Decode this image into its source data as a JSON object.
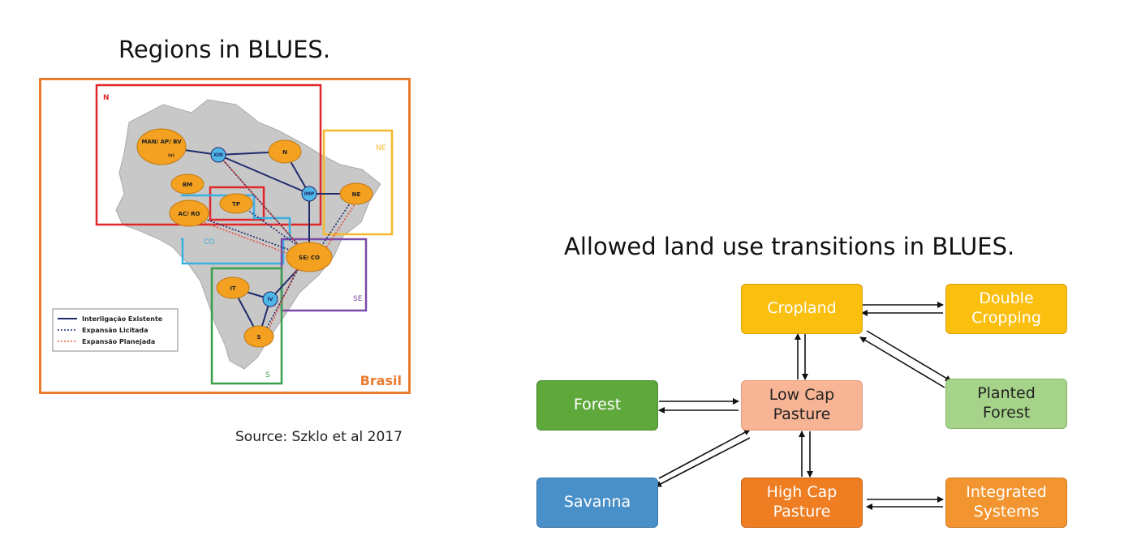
{
  "left_title": "Regions in BLUES.",
  "right_title": "Allowed land use transitions in BLUES.",
  "source": "Source: Szklo et al 2017",
  "map": {
    "country_label": "Brasil",
    "regions": {
      "n": "N",
      "ne": "NE",
      "co": "CO",
      "se": "SE",
      "s": "S"
    },
    "nodes": {
      "man": "MAN/ AP/ BV",
      "man_sup": "(a)",
      "bm": "BM",
      "ac": "AC/ RO",
      "tp": "TP",
      "n": "N",
      "ne": "NE",
      "seco": "SE/ CO",
      "it": "IT",
      "s": "S",
      "xin": "XIN",
      "imp": "IMP",
      "iv": "IV"
    },
    "legend": [
      "Interligação Existente",
      "Expansão Licitada",
      "Expansão Planejada"
    ],
    "colors": {
      "frame": "#e97b2e",
      "n": "#e0262b",
      "ne": "#f5b82a",
      "co": "#3ab0e2",
      "se": "#7b4aa6",
      "s": "#3a9f4a",
      "tp": "#e0262b",
      "node": "#f4a020",
      "hub": "#4fb6e8",
      "line": "#1f2a6b",
      "planned": "#e84b3a"
    }
  },
  "diagram": {
    "nodes": {
      "cropland": "Cropland",
      "double_cropping": "Double Cropping",
      "forest": "Forest",
      "low_cap": "Low Cap Pasture",
      "planted_forest": "Planted Forest",
      "savanna": "Savanna",
      "high_cap": "High Cap Pasture",
      "integrated": "Integrated Systems"
    },
    "colors": {
      "cropland": "#fbbf10",
      "double_cropping": "#fbbf10",
      "forest": "#5fa83c",
      "low_cap": "#f8b595",
      "planted_forest": "#a6d38a",
      "savanna": "#4a90c8",
      "high_cap": "#ef7d22",
      "integrated": "#f29530"
    }
  }
}
